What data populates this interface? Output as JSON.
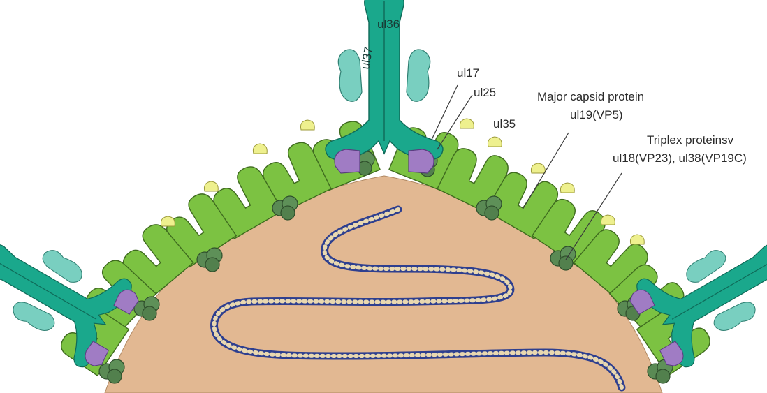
{
  "labels": {
    "ul36": "ul36",
    "ul37": "ul37",
    "ul17": "ul17",
    "ul25": "ul25",
    "ul35": "ul35",
    "major_capsid_title": "Major capsid protein",
    "major_capsid_name": "ul19(VP5)",
    "triplex_title": "Triplex proteinsv",
    "triplex_names": "ul18(VP23), ul38(VP19C)"
  },
  "colors": {
    "capsid_interior": "#e2b892",
    "major_capsid_green": "#7cc242",
    "major_capsid_outline": "#3f6b1f",
    "triplex_dark_green": "#5a8a54",
    "ul35_yellow": "#eef08e",
    "portal_teal": "#1aa88c",
    "portal_light_teal": "#79cfc0",
    "ul17_ul25_purple": "#a07cc4",
    "dna_blue": "#2e3f8f",
    "dna_rungs": "#e9d8b0"
  },
  "icons": {
    "dna": "dna-double-helix-icon",
    "portal": "portal-vertex-icon"
  }
}
